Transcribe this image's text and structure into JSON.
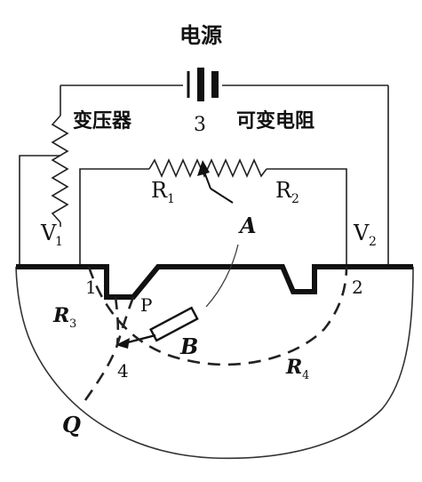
{
  "labels": {
    "power_source": "电源",
    "transformer": "变压器",
    "node3": "3",
    "variable_resistor": "可变电阻",
    "r1": "R",
    "r1_sub": "1",
    "r2": "R",
    "r2_sub": "2",
    "v1": "V",
    "v1_sub": "1",
    "v2": "V",
    "v2_sub": "2",
    "a": "A",
    "b": "B",
    "p": "P",
    "q": "Q",
    "node1": "1",
    "node2": "2",
    "node4": "4",
    "r3": "R",
    "r3_sub": "3",
    "r4": "R",
    "r4_sub": "4"
  }
}
